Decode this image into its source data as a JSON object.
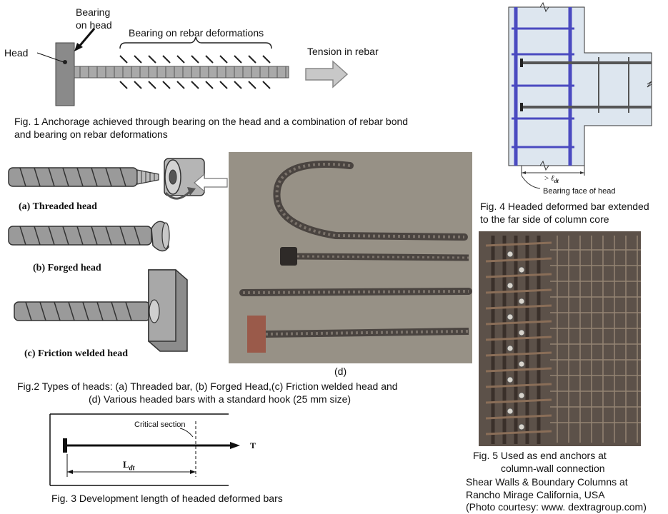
{
  "fig1": {
    "label_head": "Head",
    "label_bearing_head_1": "Bearing",
    "label_bearing_head_2": "on head",
    "label_bearing_deformations": "Bearing on rebar deformations",
    "label_tension": "Tension in rebar",
    "caption_line1": "Fig. 1 Anchorage achieved through bearing on the head and a combination of rebar bond",
    "caption_line2": "and bearing on rebar deformations"
  },
  "fig2": {
    "label_a": "(a) Threaded head",
    "label_b": "(b) Forged head",
    "label_c": "(c) Friction welded head",
    "label_d": "(d)",
    "caption_line1": "Fig.2 Types of heads: (a) Threaded bar, (b) Forged Head,(c) Friction welded head and",
    "caption_line2": "(d) Various headed bars with a standard hook (25 mm size)"
  },
  "fig3": {
    "label_critical": "Critical section",
    "label_T": "T",
    "label_L": "L",
    "label_L_sub": "dt",
    "caption": "Fig. 3 Development length of headed deformed bars"
  },
  "fig4": {
    "label_ldt_prefix": ">",
    "label_ldt_l": "ℓ",
    "label_ldt_sub": "dt",
    "label_bearing_face": "Bearing face of head",
    "caption_line1": "Fig. 4  Headed deformed bar extended",
    "caption_line2": "to the far side of column core"
  },
  "fig5": {
    "caption_line1": "Fig. 5 Used as end anchors at",
    "caption_line2": "column-wall connection",
    "caption_line3": "Shear Walls & Boundary Columns at",
    "caption_line4": "Rancho Mirage California, USA",
    "caption_line5": "(Photo courtesy: www. dextragroup.com)"
  }
}
